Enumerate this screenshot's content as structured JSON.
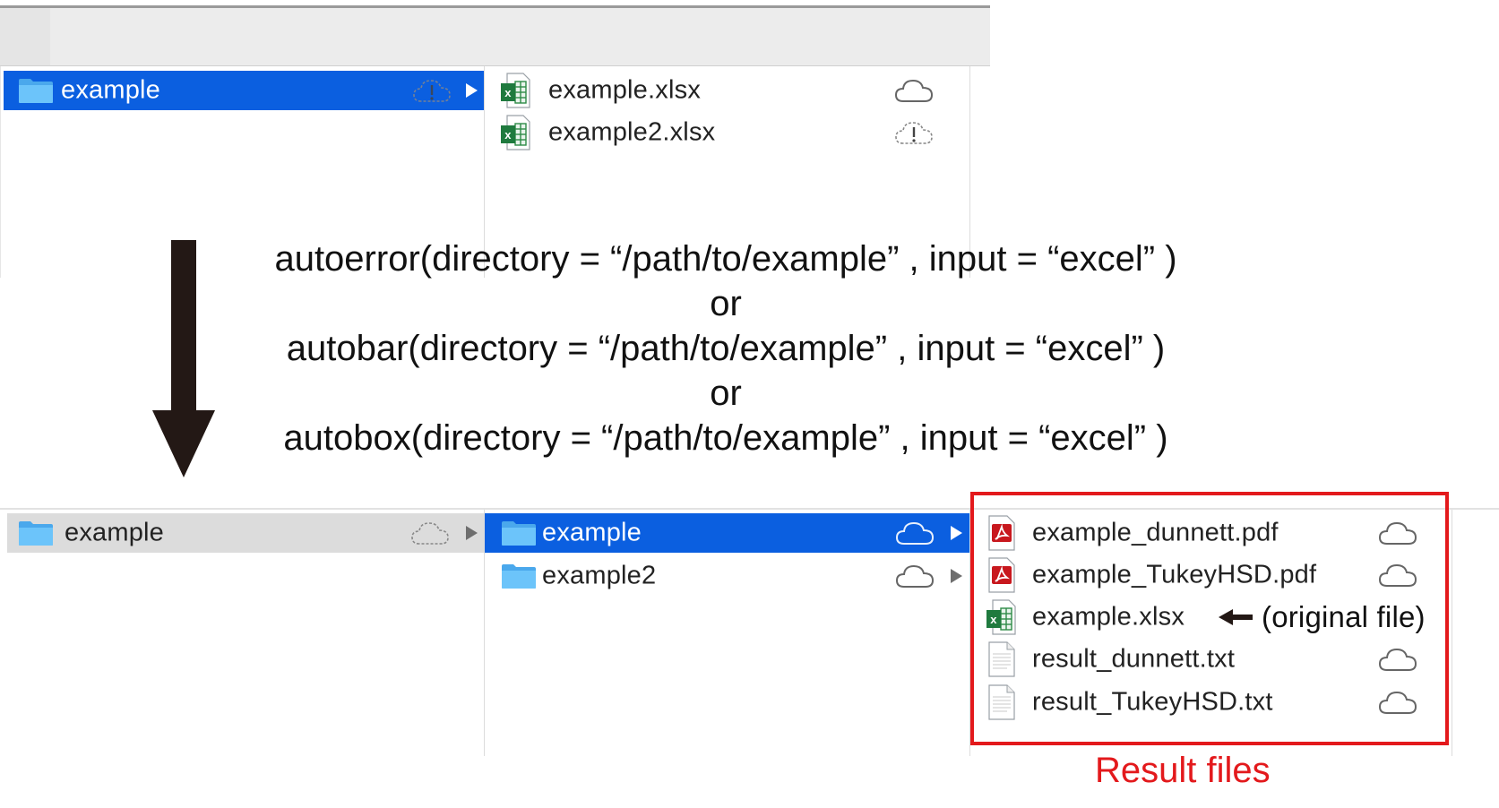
{
  "top_finder": {
    "folder_column": {
      "items": [
        {
          "label": "example",
          "selected": true
        }
      ]
    },
    "file_column": {
      "items": [
        {
          "label": "example.xlsx",
          "icon": "excel-icon",
          "status": "cloud-icon"
        },
        {
          "label": "example2.xlsx",
          "icon": "excel-icon",
          "status": "cloud-warning-icon"
        }
      ]
    }
  },
  "code": {
    "line1": "autoerror(directory = “/path/to/example” , input = “excel” )",
    "or1": "or",
    "line2": "autobar(directory = “/path/to/example” , input = “excel” )",
    "or2": "or",
    "line3": "autobox(directory = “/path/to/example” , input = “excel” )"
  },
  "bottom_finder": {
    "col1": {
      "items": [
        {
          "label": "example"
        }
      ]
    },
    "col2": {
      "items": [
        {
          "label": "example",
          "selected": true
        },
        {
          "label": "example2"
        }
      ]
    },
    "col3": {
      "items": [
        {
          "label": "example_dunnett.pdf",
          "icon": "pdf-icon"
        },
        {
          "label": "example_TukeyHSD.pdf",
          "icon": "pdf-icon"
        },
        {
          "label": "example.xlsx",
          "icon": "excel-icon"
        },
        {
          "label": "result_dunnett.txt",
          "icon": "text-file-icon"
        },
        {
          "label": "result_TukeyHSD.txt",
          "icon": "text-file-icon"
        }
      ]
    },
    "original_note": "(original file)",
    "result_label": "Result files"
  },
  "colors": {
    "selection_blue": "#0b5fe0",
    "selection_gray": "#dcdcdc",
    "highlight_red": "#e3191c",
    "folder_blue": "#5bb8f5"
  }
}
